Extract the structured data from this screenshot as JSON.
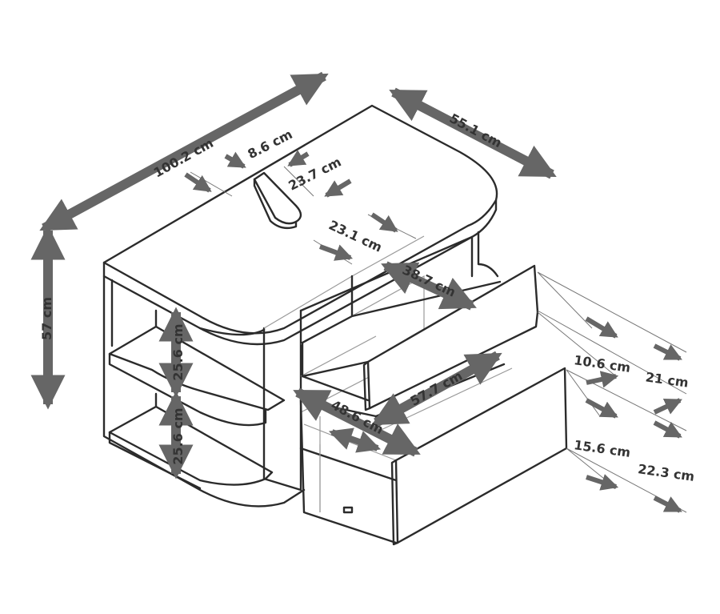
{
  "colors": {
    "line": "#2b2b2b",
    "arrow": "#666666",
    "text": "#333333",
    "background": "#ffffff"
  },
  "dimensions": {
    "total_width": "100.2 cm",
    "depth": "55.1 cm",
    "height": "57 cm",
    "cutout_width": "8.6 cm",
    "cutout_depth": "23.7 cm",
    "inner_depth": "23.1 cm",
    "upper_drawer_width": "38.7 cm",
    "upper_drawer_front_height": "10.6 cm",
    "upper_drawer_height": "21 cm",
    "lower_drawer_width": "57.7 cm",
    "lower_drawer_depth": "48.6 cm",
    "lower_drawer_front_height": "15.6 cm",
    "lower_drawer_height": "22.3 cm",
    "shelf_upper_height": "25.6 cm",
    "shelf_lower_height": "25.6 cm"
  }
}
